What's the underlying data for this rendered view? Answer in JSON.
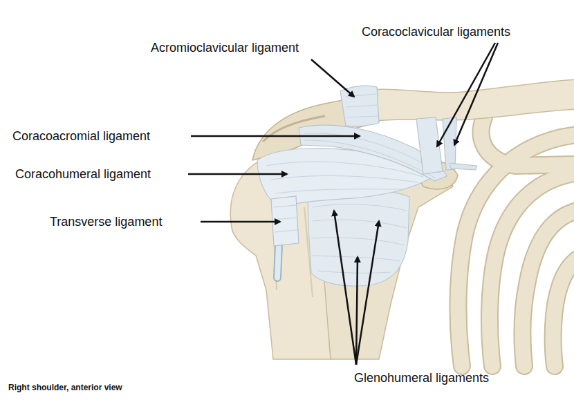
{
  "diagram": {
    "caption": "Right shoulder, anterior view",
    "labels": [
      "Acromioclavicular ligament",
      "Coracoclavicular ligaments",
      "Coracoacromial ligament",
      "Coracohumeral ligament",
      "Transverse ligament",
      "Glenohumeral ligaments"
    ]
  }
}
